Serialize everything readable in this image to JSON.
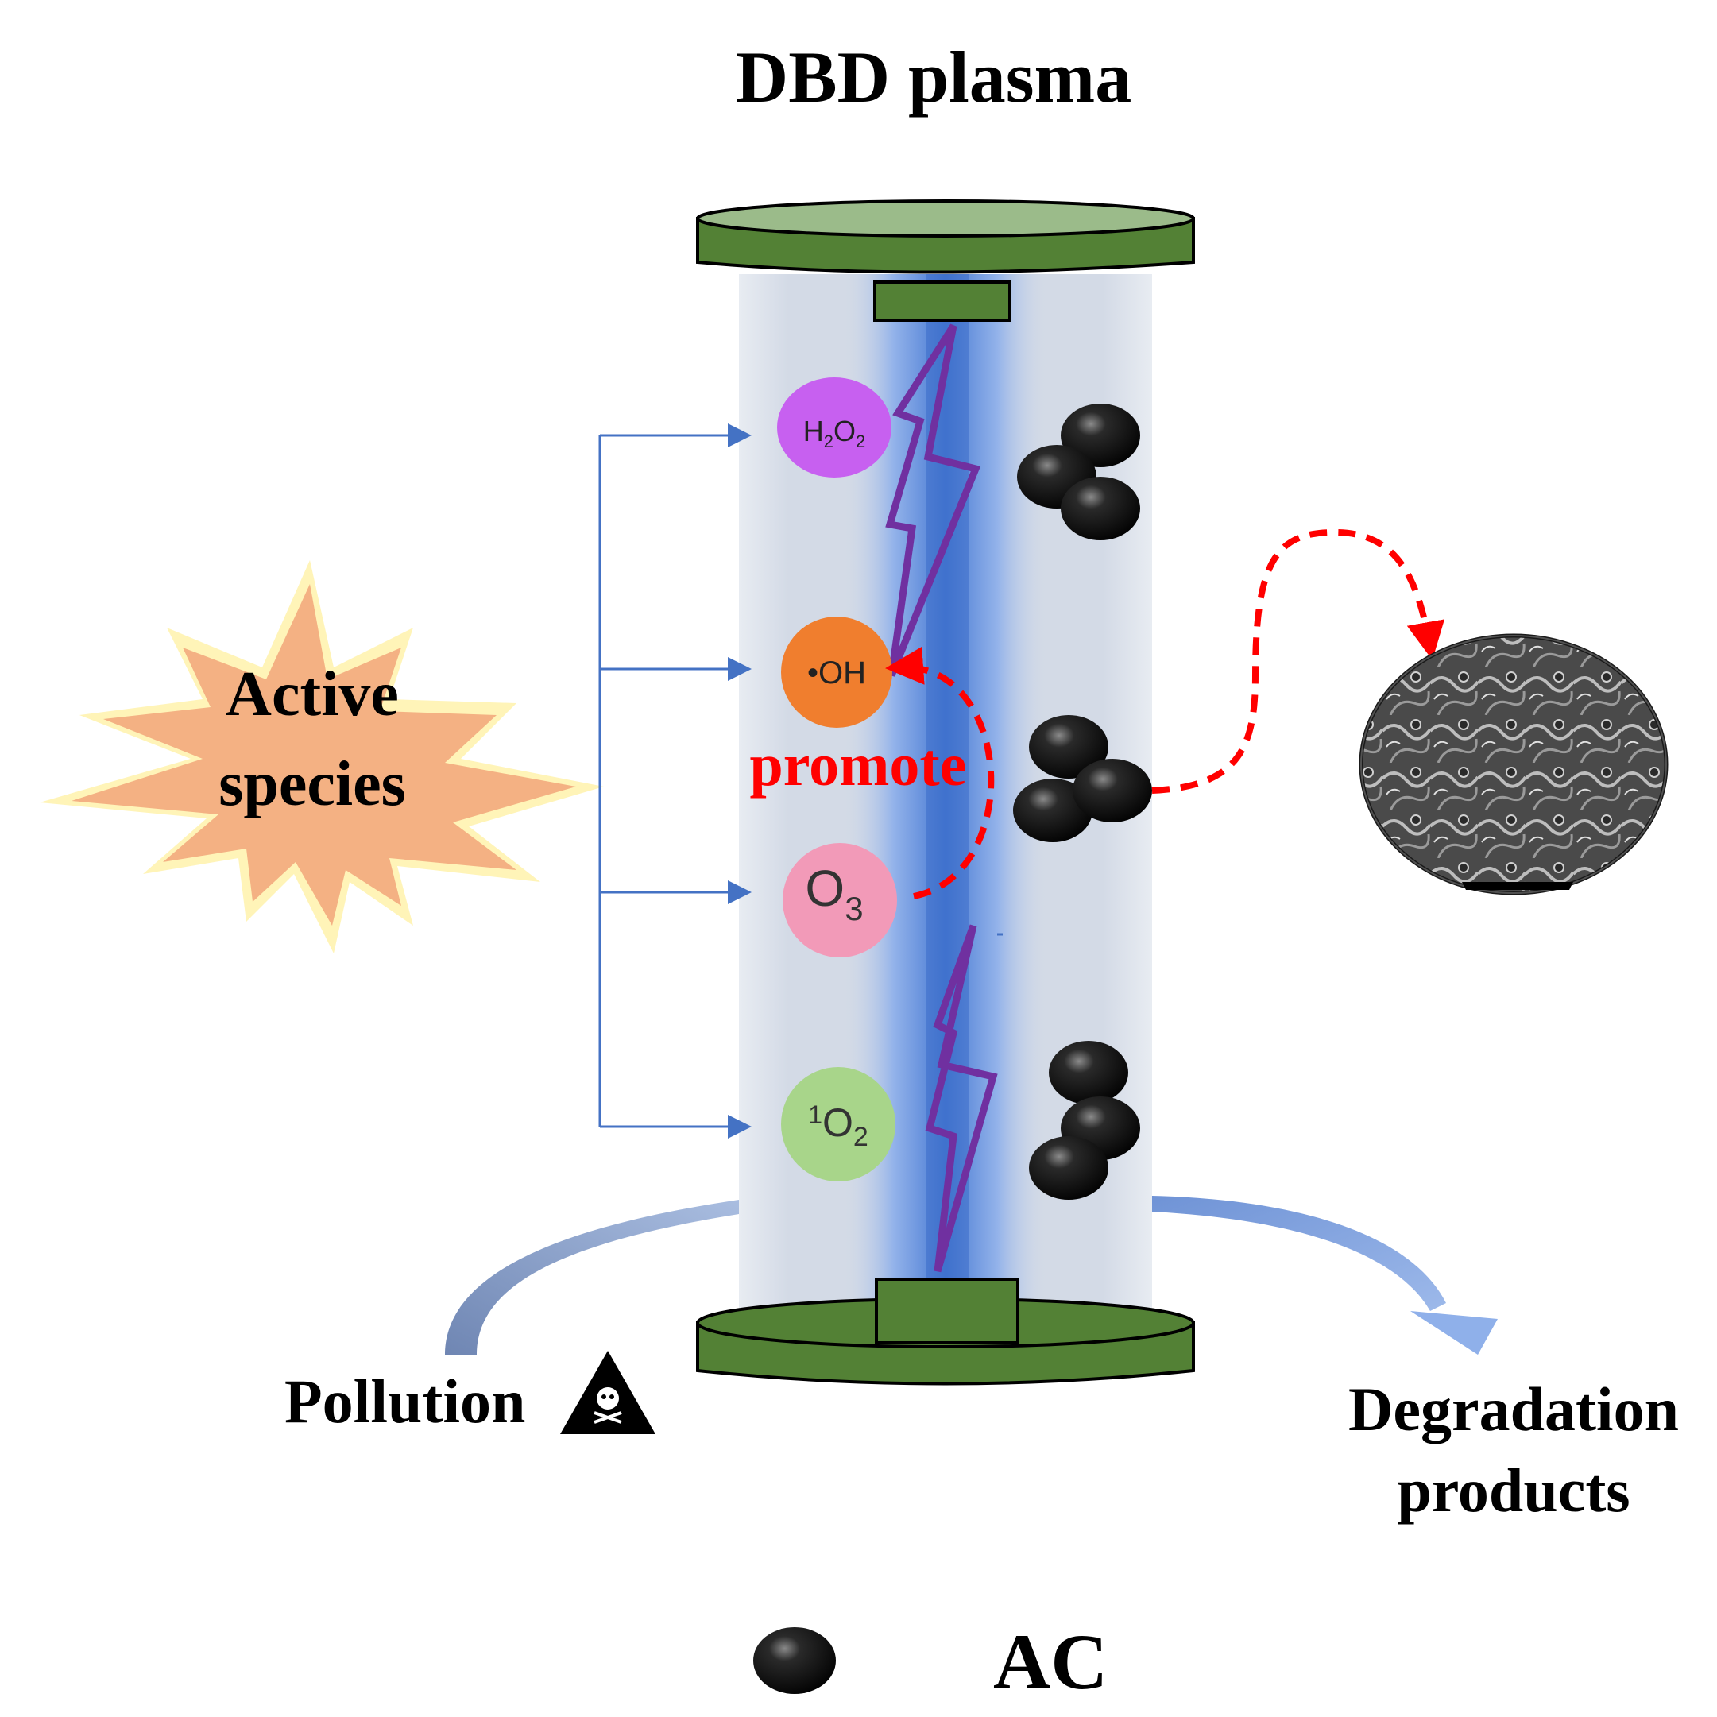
{
  "title": "DBD plasma",
  "active_species_label": [
    "Active",
    "species"
  ],
  "species": [
    {
      "id": "h2o2",
      "base": "H",
      "parts": [
        "H",
        "2",
        "O",
        "2"
      ],
      "color": "#c760f0"
    },
    {
      "id": "oh",
      "text": "•OH",
      "color": "#f07e2e"
    },
    {
      "id": "o3",
      "base": "O",
      "sub": "3",
      "color": "#f29ab8"
    },
    {
      "id": "singlet-o2",
      "sup": "1",
      "base": "O",
      "sub": "2",
      "color": "#a8d58a"
    }
  ],
  "promote_label": "promote",
  "pollution_label": "Pollution",
  "degradation_label": [
    "Degradation",
    "products"
  ],
  "legend": {
    "symbol": "AC"
  },
  "colors": {
    "electrode_dark": "#538135",
    "electrode_light": "#9bbb8a",
    "tube": "#d5dce8",
    "plasma": "#4a7fd8",
    "lightning": "#7030a0",
    "bracket": "#4472c4",
    "promote": "#ff0000",
    "burst_fill": "#f4b183",
    "burst_glow": "#fff2a8"
  },
  "icons": [
    "lightning-icon",
    "hazard-skull-icon",
    "ac-particle-icon",
    "sem-micrograph-icon"
  ]
}
